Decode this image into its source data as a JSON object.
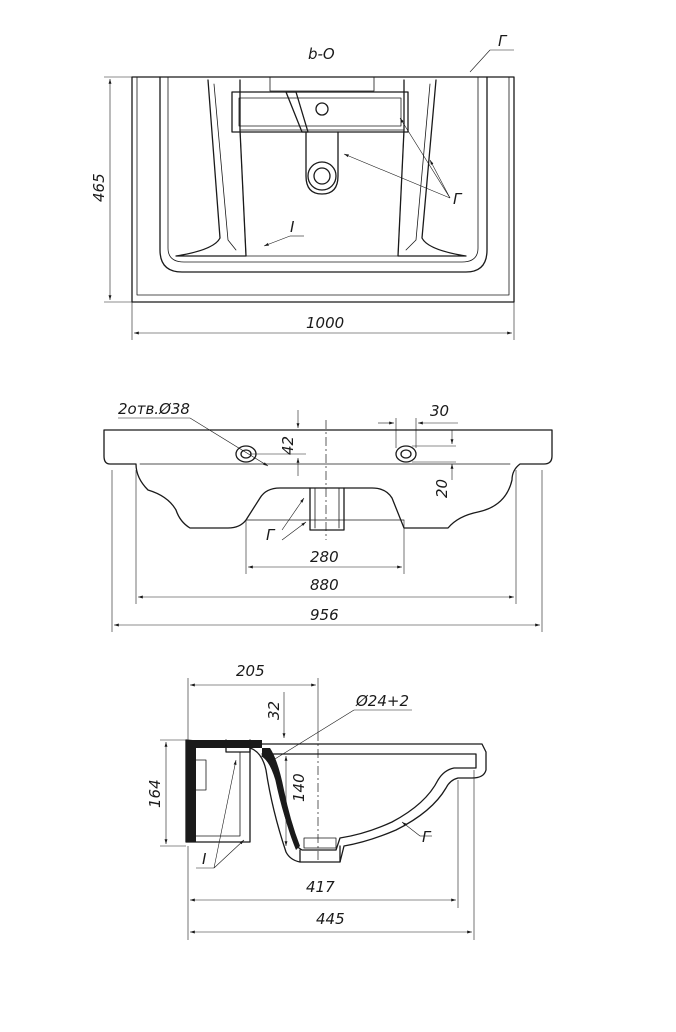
{
  "top_view": {
    "label_bo": "b-O",
    "label_g_top": "Г",
    "label_g_bowl": "Г",
    "label_i": "I",
    "dim_depth": "465",
    "dim_width": "1000"
  },
  "front_view": {
    "label_holes": "2отв.Ø38",
    "label_g": "Г",
    "dim_30": "30",
    "dim_42": "42",
    "dim_20": "20",
    "dim_280": "280",
    "dim_880": "880",
    "dim_956": "956"
  },
  "side_view": {
    "dim_205": "205",
    "dim_32": "32",
    "dim_drain": "Ø24+2",
    "dim_164": "164",
    "dim_140": "140",
    "dim_417": "417",
    "dim_445": "445",
    "label_g": "Г",
    "label_i": "I"
  }
}
